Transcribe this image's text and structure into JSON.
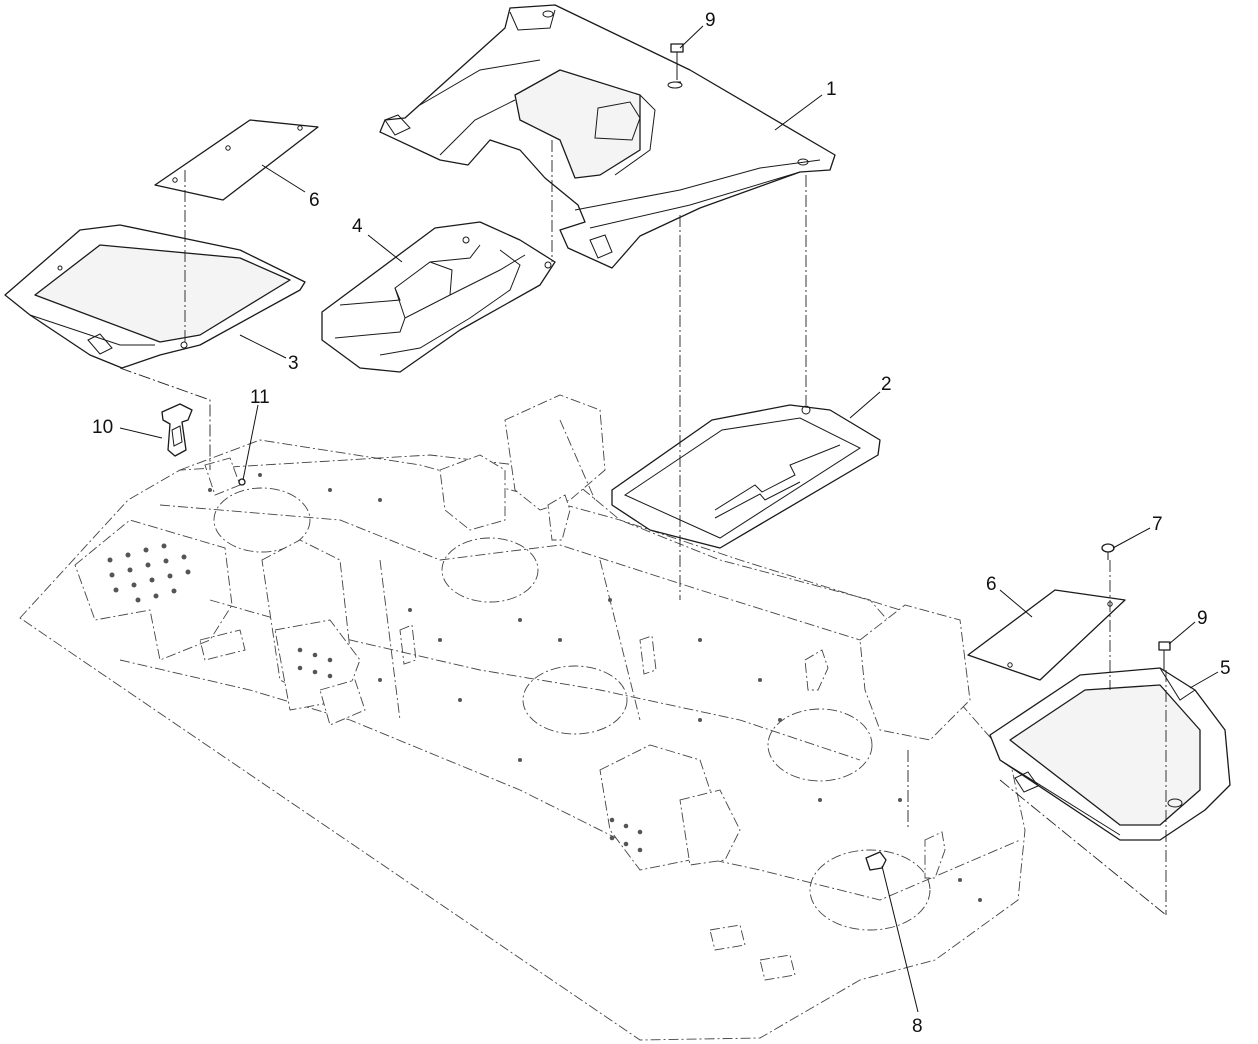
{
  "callouts": [
    {
      "label": "1"
    },
    {
      "label": "2"
    },
    {
      "label": "3"
    },
    {
      "label": "4"
    },
    {
      "label": "5"
    },
    {
      "label": "6"
    },
    {
      "label": "6"
    },
    {
      "label": "7"
    },
    {
      "label": "8"
    },
    {
      "label": "9"
    },
    {
      "label": "9"
    },
    {
      "label": "10"
    },
    {
      "label": "11"
    }
  ]
}
